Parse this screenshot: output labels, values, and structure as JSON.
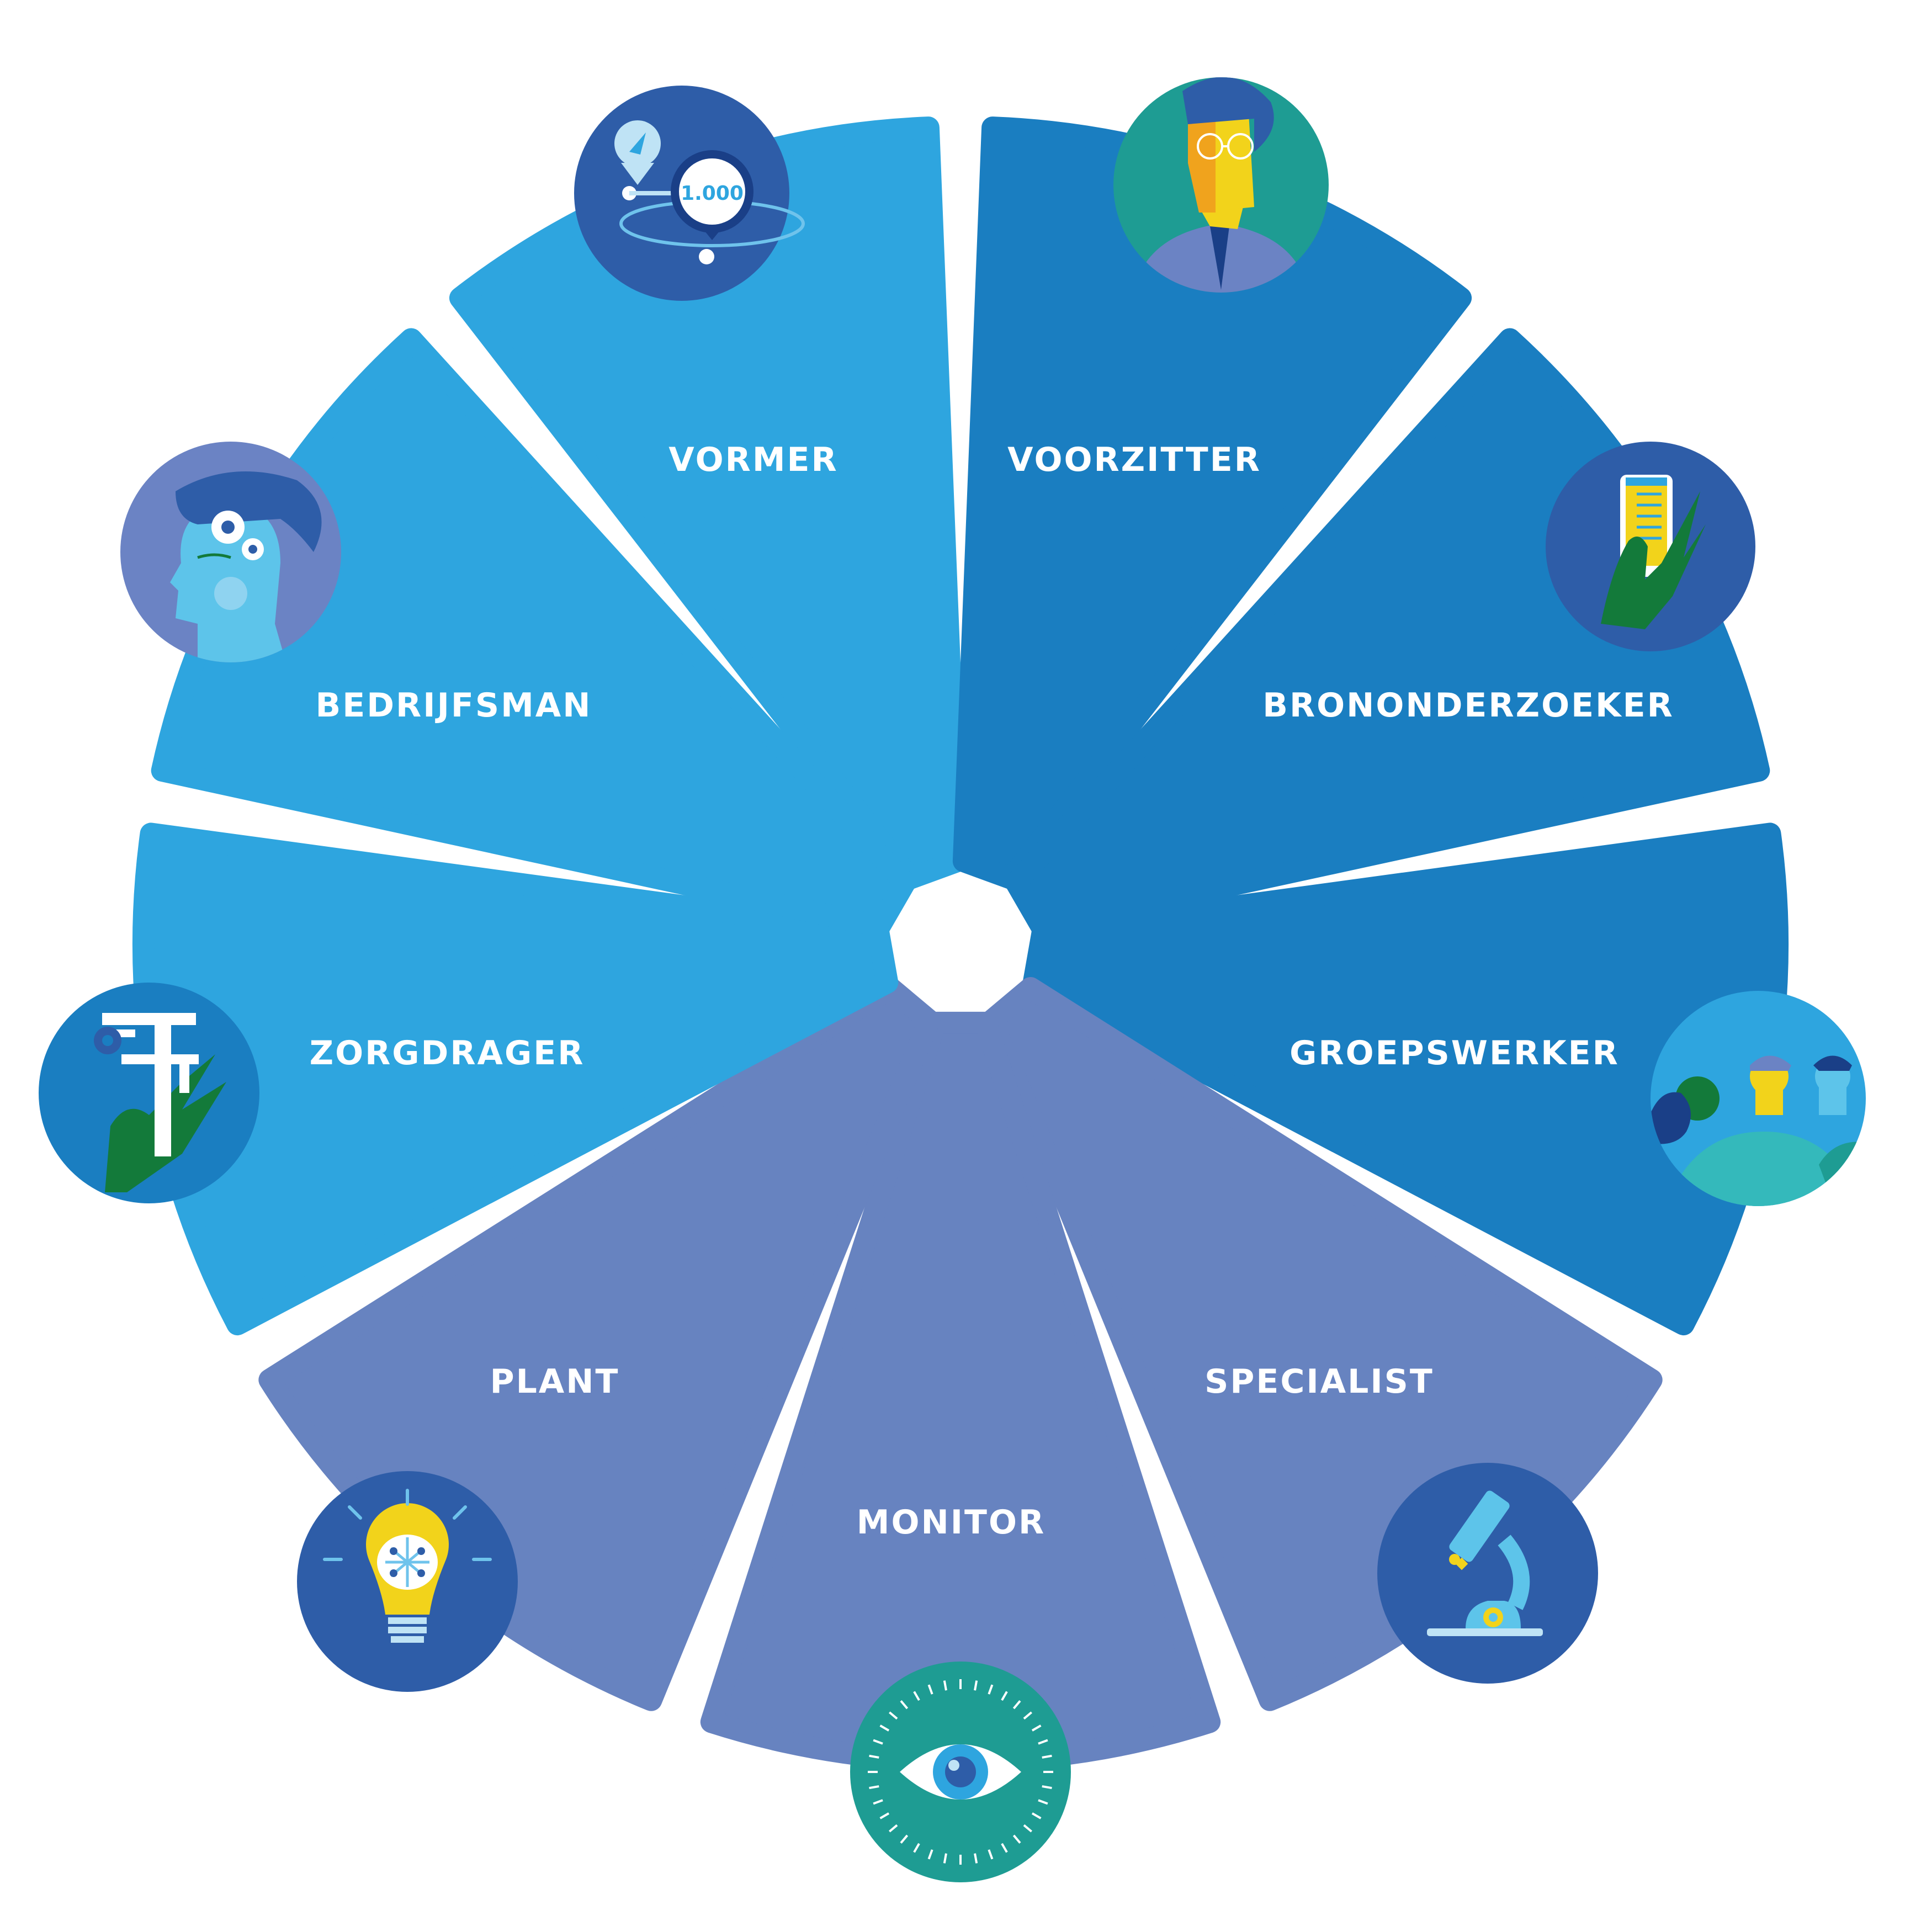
{
  "diagram": {
    "center_hub": "",
    "segments": [
      {
        "id": "vormer",
        "label": "VORMER",
        "color": "#2EA5DF",
        "icon": "map-route-icon",
        "icon_value": "1.000"
      },
      {
        "id": "voorzitter",
        "label": "VOORZITTER",
        "color": "#1A7EC1",
        "icon": "chairman-portrait-icon"
      },
      {
        "id": "brononderzoeker",
        "label": "BRONONDERZOEKER",
        "color": "#1A7EC1",
        "icon": "phone-in-hand-icon"
      },
      {
        "id": "groepswerker",
        "label": "GROEPSWERKER",
        "color": "#1A7EC1",
        "icon": "group-of-people-icon"
      },
      {
        "id": "specialist",
        "label": "SPECIALIST",
        "color": "#6783C0",
        "icon": "microscope-icon"
      },
      {
        "id": "monitor",
        "label": "MONITOR",
        "color": "#6783C0",
        "icon": "eye-icon"
      },
      {
        "id": "plant",
        "label": "PLANT",
        "color": "#6783C0",
        "icon": "lightbulb-brain-icon"
      },
      {
        "id": "zorgdrager",
        "label": "ZORGDRAGER",
        "color": "#2EA5DF",
        "icon": "caliper-in-hand-icon"
      },
      {
        "id": "bedrijfsman",
        "label": "BEDRIJFSMAN",
        "color": "#2EA5DF",
        "icon": "head-with-gears-icon"
      }
    ],
    "icon_colors": {
      "dark_blue": "#2E5DA8",
      "teal": "#1E9C93",
      "light_blue": "#2EA5DF",
      "violet": "#6B83C4",
      "yellow": "#F2D31B",
      "green": "#137A3A"
    }
  }
}
